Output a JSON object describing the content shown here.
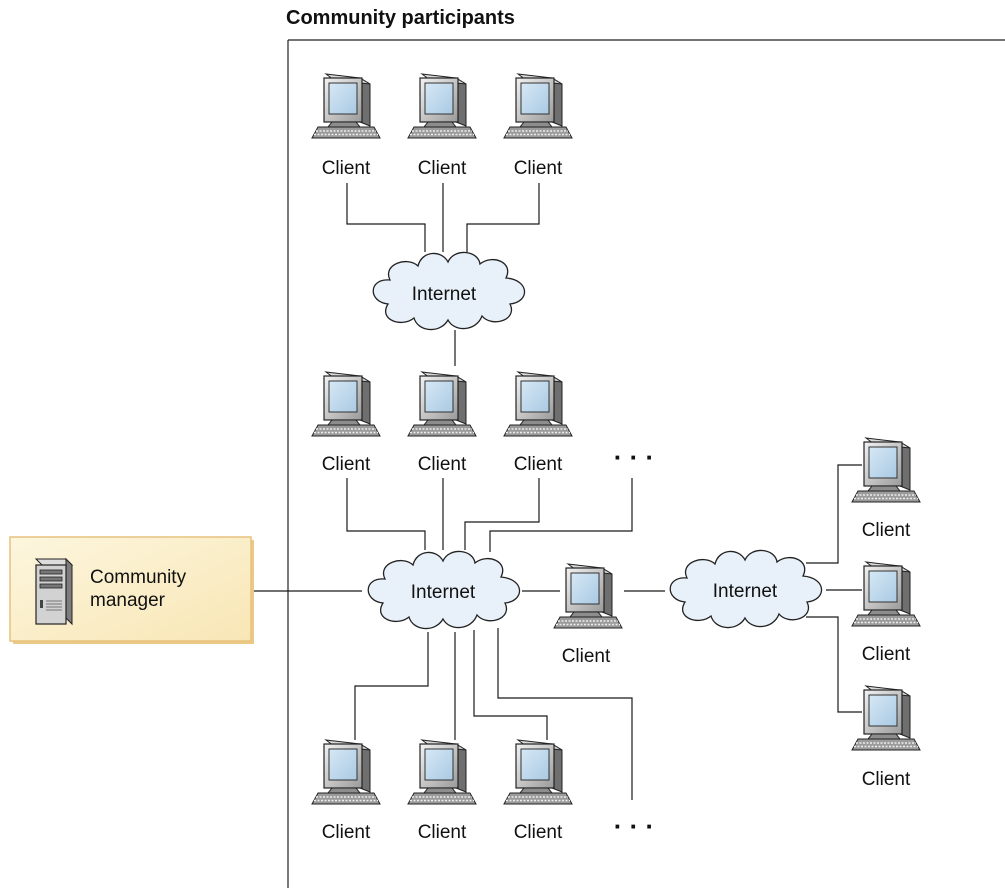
{
  "title": "Community participants",
  "manager": {
    "label_line1": "Community",
    "label_line2": "manager",
    "icon": "server-tower-icon"
  },
  "labels": {
    "client": "Client",
    "internet": "Internet",
    "ellipsis": "· · ·"
  },
  "client_icon": "desktop-computer-icon",
  "cloud_icon": "cloud-icon",
  "colors": {
    "manager_fill": "#fbefc8",
    "manager_border": "#ebc984",
    "cloud_fill": "#e8f1f9",
    "screen": "#b7d4ea"
  }
}
